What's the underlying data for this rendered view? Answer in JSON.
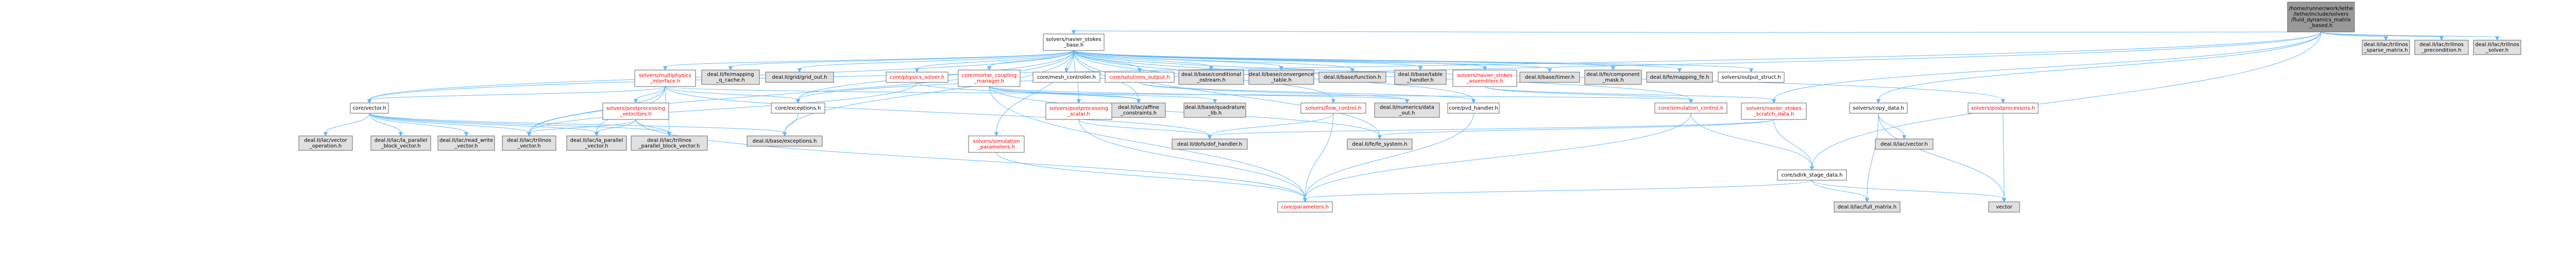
{
  "colors": {
    "root_fill": "#999999",
    "node_fill": "#ffffff",
    "grey_fill": "#e0e0e0",
    "border": "#666666",
    "edge": "#63b8ff",
    "red_text": "#ff0000",
    "text": "#000000"
  },
  "nodes": [
    {
      "id": "root",
      "style": "root",
      "lines": [
        "/home/runner/work/lethe",
        "/lethe/include/solvers",
        "/fluid_dynamics_matrix",
        "_based.h"
      ]
    },
    {
      "id": "ns_base",
      "style": "white",
      "lines": [
        "solvers/navier_stokes",
        "_base.h"
      ]
    },
    {
      "id": "dealii_trilinos_sparse_matrix",
      "style": "grey",
      "lines": [
        "deal.II/lac/trilinos",
        "_sparse_matrix.h"
      ]
    },
    {
      "id": "dealii_trilinos_precondition",
      "style": "grey",
      "lines": [
        "deal.II/lac/trilinos",
        "_precondition.h"
      ]
    },
    {
      "id": "dealii_trilinos_solver",
      "style": "grey",
      "lines": [
        "deal.II/lac/trilinos",
        "_solver.h"
      ]
    },
    {
      "id": "multiphysics",
      "style": "red",
      "lines": [
        "solvers/multiphysics",
        "_interface.h"
      ]
    },
    {
      "id": "fe_mapping_cache",
      "style": "grey",
      "lines": [
        "deal.II/fe/mapping",
        "_q_cache.h"
      ]
    },
    {
      "id": "grid_out",
      "style": "grey",
      "lines": [
        "deal.II/grid/grid_out.h"
      ]
    },
    {
      "id": "physics_solver",
      "style": "red",
      "lines": [
        "core/physics_solver.h"
      ]
    },
    {
      "id": "mortar",
      "style": "red",
      "lines": [
        "core/mortar_coupling",
        "_manager.h"
      ]
    },
    {
      "id": "mesh_controller",
      "style": "white",
      "lines": [
        "core/mesh_controller.h"
      ]
    },
    {
      "id": "solutions_output",
      "style": "red",
      "lines": [
        "core/solutions_output.h"
      ]
    },
    {
      "id": "conditional_ostream",
      "style": "grey",
      "lines": [
        "deal.II/base/conditional",
        "_ostream.h"
      ]
    },
    {
      "id": "convergence_table",
      "style": "grey",
      "lines": [
        "deal.II/base/convergence",
        "_table.h"
      ]
    },
    {
      "id": "base_function",
      "style": "grey",
      "lines": [
        "deal.II/base/function.h"
      ]
    },
    {
      "id": "table_handler",
      "style": "grey",
      "lines": [
        "deal.II/base/table",
        "_handler.h"
      ]
    },
    {
      "id": "ns_assemblers",
      "style": "red",
      "lines": [
        "solvers/navier_stokes",
        "_assemblers.h"
      ]
    },
    {
      "id": "base_timer",
      "style": "grey",
      "lines": [
        "deal.II/base/timer.h"
      ]
    },
    {
      "id": "component_mask",
      "style": "grey",
      "lines": [
        "deal.II/fe/component",
        "_mask.h"
      ]
    },
    {
      "id": "mapping_fe",
      "style": "grey",
      "lines": [
        "deal.II/fe/mapping_fe.h"
      ]
    },
    {
      "id": "output_struct",
      "style": "white",
      "lines": [
        "solvers/output_struct.h"
      ]
    },
    {
      "id": "core_vector",
      "style": "white",
      "lines": [
        "core/vector.h"
      ]
    },
    {
      "id": "pp_velocities",
      "style": "red",
      "lines": [
        "solvers/postprocessing",
        "_velocities.h"
      ]
    },
    {
      "id": "core_exceptions",
      "style": "white",
      "lines": [
        "core/exceptions.h"
      ]
    },
    {
      "id": "pp_scalar",
      "style": "red",
      "lines": [
        "solvers/postprocessing",
        "_scalar.h"
      ]
    },
    {
      "id": "affine_constraints",
      "style": "grey",
      "lines": [
        "deal.II/lac/affine",
        "_constraints.h"
      ]
    },
    {
      "id": "quadrature_lib",
      "style": "grey",
      "lines": [
        "deal.II/base/quadrature",
        "_lib.h"
      ]
    },
    {
      "id": "flow_control",
      "style": "red",
      "lines": [
        "solvers/flow_control.h"
      ]
    },
    {
      "id": "data_out",
      "style": "grey",
      "lines": [
        "deal.II/numerics/data",
        "_out.h"
      ]
    },
    {
      "id": "pvd_handler",
      "style": "white",
      "lines": [
        "core/pvd_handler.h"
      ]
    },
    {
      "id": "simulation_control",
      "style": "red",
      "lines": [
        "core/simulation_control.h"
      ]
    },
    {
      "id": "ns_scratch",
      "style": "red",
      "lines": [
        "solvers/navier_stokes",
        "_scratch_data.h"
      ]
    },
    {
      "id": "copy_data",
      "style": "white",
      "lines": [
        "solvers/copy_data.h"
      ]
    },
    {
      "id": "postprocessors",
      "style": "red",
      "lines": [
        "solvers/postprocessors.h"
      ]
    },
    {
      "id": "vector_operation",
      "style": "grey",
      "lines": [
        "deal.II/lac/vector",
        "_operation.h"
      ]
    },
    {
      "id": "la_parallel_block_vector",
      "style": "grey",
      "lines": [
        "deal.II/lac/la_parallel",
        "_block_vector.h"
      ]
    },
    {
      "id": "read_write_vector",
      "style": "grey",
      "lines": [
        "deal.II/lac/read_write",
        "_vector.h"
      ]
    },
    {
      "id": "trilinos_vector",
      "style": "grey",
      "lines": [
        "deal.II/lac/trilinos",
        "_vector.h"
      ]
    },
    {
      "id": "la_parallel_vector",
      "style": "grey",
      "lines": [
        "deal.II/lac/la_parallel",
        "_vector.h"
      ]
    },
    {
      "id": "trilinos_parallel_block_vector",
      "style": "grey",
      "lines": [
        "deal.II/lac/trilinos",
        "_parallel_block_vector.h"
      ]
    },
    {
      "id": "base_exceptions",
      "style": "grey",
      "lines": [
        "deal.II/base/exceptions.h"
      ]
    },
    {
      "id": "simulation_parameters",
      "style": "red",
      "lines": [
        "solvers/simulation",
        "_parameters.h"
      ]
    },
    {
      "id": "dof_handler",
      "style": "grey",
      "lines": [
        "deal.II/dofs/dof_handler.h"
      ]
    },
    {
      "id": "fe_system",
      "style": "grey",
      "lines": [
        "deal.II/fe/fe_system.h"
      ]
    },
    {
      "id": "lac_vector",
      "style": "grey",
      "lines": [
        "deal.II/lac/vector.h"
      ]
    },
    {
      "id": "rk_stage_data",
      "style": "white",
      "lines": [
        "core/sdirk_stage_data.h"
      ]
    },
    {
      "id": "core_parameters",
      "style": "red",
      "lines": [
        "core/parameters.h"
      ]
    },
    {
      "id": "full_matrix",
      "style": "grey",
      "lines": [
        "deal.II/lac/full_matrix.h"
      ]
    },
    {
      "id": "vector",
      "style": "grey",
      "lines": [
        "vector"
      ]
    }
  ],
  "edges": [
    [
      "root",
      "ns_base"
    ],
    [
      "root",
      "dealii_trilinos_sparse_matrix"
    ],
    [
      "root",
      "dealii_trilinos_precondition"
    ],
    [
      "root",
      "dealii_trilinos_solver"
    ],
    [
      "root",
      "core_vector"
    ],
    [
      "root",
      "core_exceptions"
    ],
    [
      "root",
      "ns_scratch"
    ],
    [
      "root",
      "copy_data"
    ],
    [
      "root",
      "rk_stage_data"
    ],
    [
      "ns_base",
      "multiphysics"
    ],
    [
      "ns_base",
      "fe_mapping_cache"
    ],
    [
      "ns_base",
      "grid_out"
    ],
    [
      "ns_base",
      "physics_solver"
    ],
    [
      "ns_base",
      "mortar"
    ],
    [
      "ns_base",
      "mesh_controller"
    ],
    [
      "ns_base",
      "solutions_output"
    ],
    [
      "ns_base",
      "conditional_ostream"
    ],
    [
      "ns_base",
      "convergence_table"
    ],
    [
      "ns_base",
      "base_function"
    ],
    [
      "ns_base",
      "table_handler"
    ],
    [
      "ns_base",
      "ns_assemblers"
    ],
    [
      "ns_base",
      "base_timer"
    ],
    [
      "ns_base",
      "component_mask"
    ],
    [
      "ns_base",
      "mapping_fe"
    ],
    [
      "ns_base",
      "output_struct"
    ],
    [
      "ns_base",
      "pp_scalar"
    ],
    [
      "ns_base",
      "affine_constraints"
    ],
    [
      "ns_base",
      "flow_control"
    ],
    [
      "ns_base",
      "pvd_handler"
    ],
    [
      "ns_base",
      "simulation_control"
    ],
    [
      "ns_base",
      "postprocessors"
    ],
    [
      "ns_base",
      "core_vector"
    ],
    [
      "ns_base",
      "core_exceptions"
    ],
    [
      "ns_base",
      "fe_system"
    ],
    [
      "ns_base",
      "simulation_parameters"
    ],
    [
      "ns_base",
      "base_exceptions"
    ],
    [
      "ns_base",
      "trilinos_vector"
    ],
    [
      "multiphysics",
      "core_vector"
    ],
    [
      "multiphysics",
      "pp_velocities"
    ],
    [
      "multiphysics",
      "core_exceptions"
    ],
    [
      "multiphysics",
      "dof_handler"
    ],
    [
      "multiphysics",
      "trilinos_vector"
    ],
    [
      "multiphysics",
      "la_parallel_vector"
    ],
    [
      "multiphysics",
      "trilinos_parallel_block_vector"
    ],
    [
      "multiphysics",
      "simulation_control"
    ],
    [
      "core_vector",
      "vector_operation"
    ],
    [
      "core_vector",
      "la_parallel_block_vector"
    ],
    [
      "core_vector",
      "read_write_vector"
    ],
    [
      "core_vector",
      "trilinos_vector"
    ],
    [
      "core_vector",
      "la_parallel_vector"
    ],
    [
      "core_vector",
      "trilinos_parallel_block_vector"
    ],
    [
      "core_vector",
      "base_exceptions"
    ],
    [
      "pp_velocities",
      "trilinos_vector"
    ],
    [
      "pp_velocities",
      "la_parallel_vector"
    ],
    [
      "pp_velocities",
      "trilinos_parallel_block_vector"
    ],
    [
      "pp_velocities",
      "core_parameters"
    ],
    [
      "core_exceptions",
      "base_exceptions"
    ],
    [
      "physics_solver",
      "affine_constraints"
    ],
    [
      "physics_solver",
      "trilinos_vector"
    ],
    [
      "mortar",
      "quadrature_lib"
    ],
    [
      "mortar",
      "data_out"
    ],
    [
      "mortar",
      "fe_system"
    ],
    [
      "mortar",
      "core_parameters"
    ],
    [
      "mortar",
      "affine_constraints"
    ],
    [
      "solutions_output",
      "data_out"
    ],
    [
      "solutions_output",
      "pvd_handler"
    ],
    [
      "pp_scalar",
      "dof_handler"
    ],
    [
      "pp_scalar",
      "core_parameters"
    ],
    [
      "flow_control",
      "dof_handler"
    ],
    [
      "flow_control",
      "core_parameters"
    ],
    [
      "pvd_handler",
      "core_parameters"
    ],
    [
      "simulation_control",
      "rk_stage_data"
    ],
    [
      "simulation_control",
      "core_parameters"
    ],
    [
      "ns_assemblers",
      "ns_scratch"
    ],
    [
      "ns_assemblers",
      "simulation_control"
    ],
    [
      "ns_scratch",
      "fe_system"
    ],
    [
      "ns_scratch",
      "rk_stage_data"
    ],
    [
      "ns_scratch",
      "dof_handler"
    ],
    [
      "copy_data",
      "lac_vector"
    ],
    [
      "copy_data",
      "full_matrix"
    ],
    [
      "copy_data",
      "vector"
    ],
    [
      "postprocessors",
      "vector"
    ],
    [
      "simulation_parameters",
      "core_parameters"
    ],
    [
      "rk_stage_data",
      "core_parameters"
    ],
    [
      "rk_stage_data",
      "full_matrix"
    ],
    [
      "rk_stage_data",
      "vector"
    ]
  ]
}
